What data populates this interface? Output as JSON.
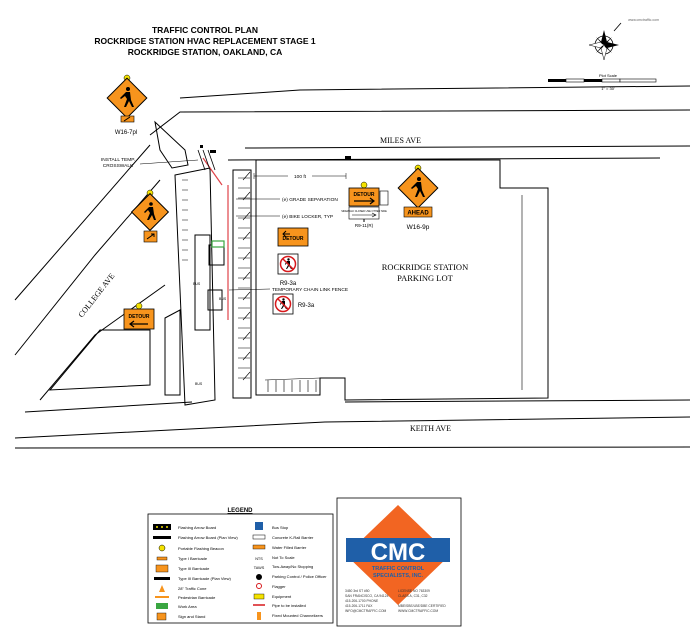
{
  "title": {
    "line1": "TRAFFIC CONTROL PLAN",
    "line2": "ROCKRIDGE STATION HVAC REPLACEMENT STAGE 1",
    "line3": "ROCKRIDGE STATION, OAKLAND, CA"
  },
  "top_right": {
    "website": "www.cmctraffic.com",
    "scale_label": "Plot Scale",
    "scale_value": "1\" = 30'"
  },
  "streets": {
    "miles": "MILES AVE",
    "college": "COLLEGE AVE",
    "keith": "KEITH AVE",
    "lot_line1": "ROCKRIDGE STATION",
    "lot_line2": "PARKING LOT"
  },
  "signs": {
    "w16_7pl": "W16-7pl",
    "w16_9p": "W16-9p",
    "ahead": "AHEAD",
    "detour": "DETOUR",
    "r9_3a": "R9-3a",
    "r9_11": "R9-11(R)",
    "sign_small": "SIDEWALK CLOSED USE OTHER SIDE",
    "dim_100": "100 ft"
  },
  "annotations": {
    "install_crosswalk_1": "INSTALL TEMP.",
    "install_crosswalk_2": "CROSSWALK",
    "grade_separation": "(e) GRADE SEPARATION",
    "bike_locker": "(e) BIKE LOCKER, TYP",
    "temp_fence": "TEMPORARY CHAIN LINK FENCE"
  },
  "legend": {
    "title": "LEGEND",
    "left": [
      "Flashing Arrow Board",
      "Flashing Arrow Board (Plan View)",
      "Portable Flashing Beacon",
      "Type I Barricade",
      "Type III Barricade",
      "Type III Barricade (Plan View)",
      "28\" Traffic Cone",
      "Pedestrian Barricade",
      "Work Area",
      "Sign and Stand"
    ],
    "right": [
      "Bus Stop",
      "Concrete K-Rail Barrier",
      "Water Filled Barrier",
      "Not To Scale",
      "Tow-Away/No Stopping",
      "Parking Control / Police Officer",
      "Flagger",
      "Equipment",
      "Pipe to be installed",
      "Fixed Mounted Channelizers"
    ],
    "right_codes": {
      "nts": "NTS",
      "taws": "TAWS"
    }
  },
  "company": {
    "logo_text": "CMC",
    "name_line1": "TRAFFIC CONTROL",
    "name_line2": "SPECIALISTS, INC.",
    "addr_left": [
      "3450 3rd ST #50",
      "SAN FRANCISCO, CA 94124",
      "415-206-1700 PHONE",
      "415-206-1711 FAX",
      "INFO@CMCTRAFFIC.COM"
    ],
    "addr_right": [
      "LICENSE NO 763309",
      "CLASS A, C31, C32",
      "",
      "MBE/SBE/LBE/DBE CERTIFIED",
      "WWW.CMCTRAFFIC.COM"
    ]
  },
  "colors": {
    "sign_orange": "#f7941d",
    "logo_orange": "#f26522",
    "logo_blue": "#1f5fa8",
    "beacon_yellow": "#f4e200",
    "no_ped_red": "#d7191c",
    "fence_red": "#e0444a",
    "work_area_green": "#3aa641"
  }
}
